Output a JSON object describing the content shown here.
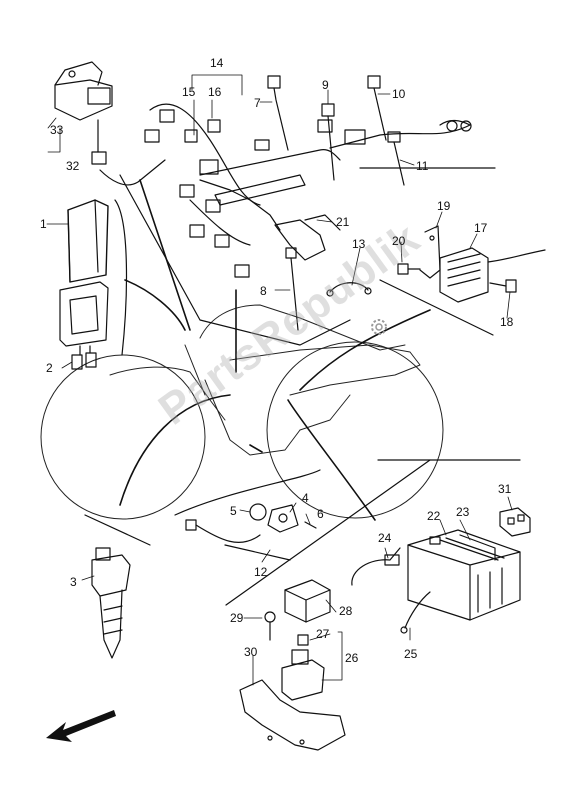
{
  "watermark": {
    "text": "PartsRepublik"
  },
  "callouts": {
    "c1": "1",
    "c2": "2",
    "c3": "3",
    "c4": "4",
    "c5": "5",
    "c6": "6",
    "c7": "7",
    "c8": "8",
    "c9": "9",
    "c10": "10",
    "c11": "11",
    "c12": "12",
    "c13": "13",
    "c14": "14",
    "c15": "15",
    "c16": "16",
    "c17": "17",
    "c18": "18",
    "c19": "19",
    "c20": "20",
    "c21": "21",
    "c22": "22",
    "c23": "23",
    "c24": "24",
    "c25": "25",
    "c26": "26",
    "c27": "27",
    "c28": "28",
    "c29": "29",
    "c30": "30",
    "c31": "31",
    "c32": "32",
    "c33": "33"
  },
  "icons": {
    "direction": "front-arrow-icon",
    "logo": "gear-logo-icon"
  }
}
